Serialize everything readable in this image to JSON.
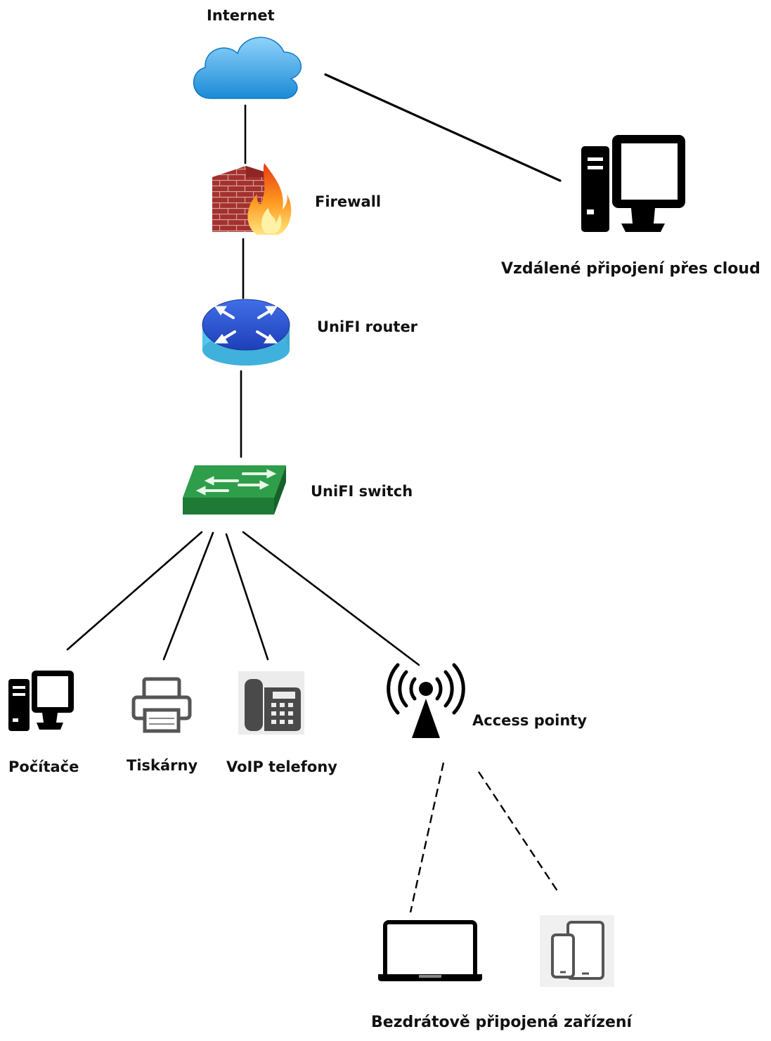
{
  "nodes": {
    "internet": {
      "label": "Internet",
      "icon": "cloud-icon"
    },
    "firewall": {
      "label": "Firewall",
      "icon": "firewall-icon"
    },
    "router": {
      "label": "UniFI router",
      "icon": "router-icon"
    },
    "switch": {
      "label": "UniFI switch",
      "icon": "switch-icon"
    },
    "remote": {
      "label": "Vzdálené připojení přes cloud",
      "icon": "desktop-computer-icon"
    },
    "computers": {
      "label": "Počítače",
      "icon": "desktop-computer-icon"
    },
    "printers": {
      "label": "Tiskárny",
      "icon": "printer-icon"
    },
    "voip": {
      "label": "VoIP telefony",
      "icon": "desk-phone-icon"
    },
    "access_points": {
      "label": "Access pointy",
      "icon": "wireless-antenna-icon"
    },
    "wireless": {
      "label": "Bezdrátově připojená zařízení",
      "icon": "laptop-and-mobile-icon"
    }
  },
  "connections": {
    "wired": [
      "internet-firewall",
      "firewall-router",
      "router-switch",
      "switch-computers",
      "switch-printers",
      "switch-voip",
      "switch-access_points",
      "internet-remote"
    ],
    "wireless": [
      "access_points-laptop",
      "access_points-mobile"
    ]
  },
  "colors": {
    "line": "#000000",
    "cloud": "#2a9ee0",
    "brick": "#a3312e",
    "router": "#2b55d6",
    "switch": "#2a8a42"
  }
}
